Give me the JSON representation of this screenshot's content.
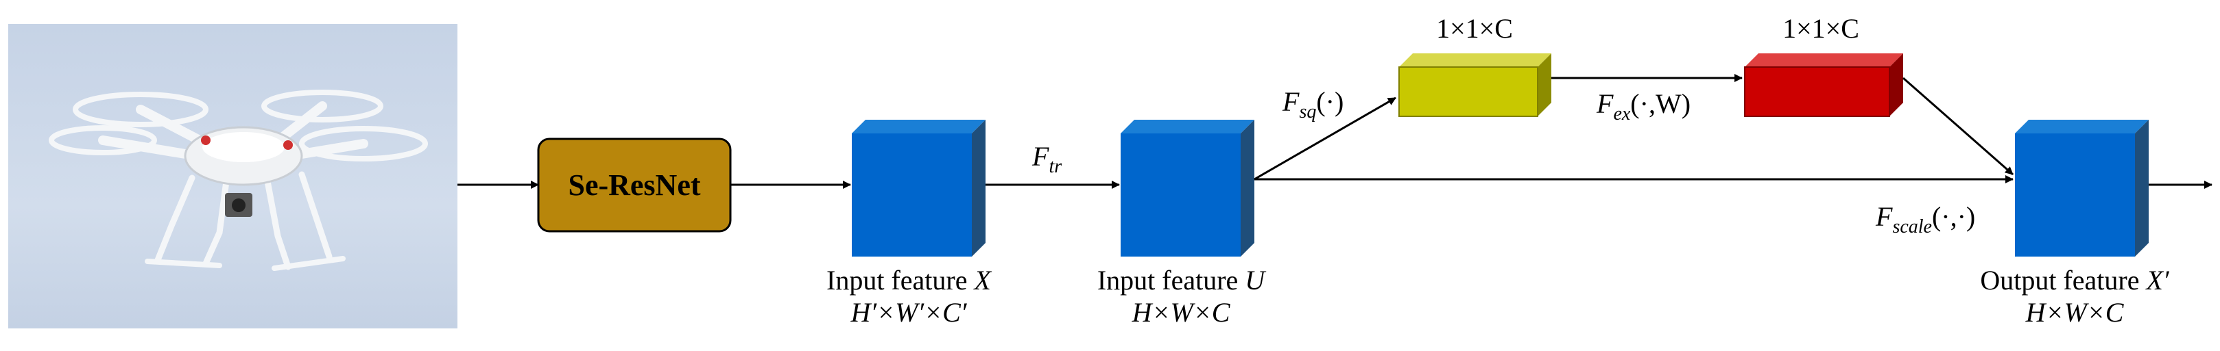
{
  "image": {
    "subject": "quadcopter-drone-photo",
    "sky_color": "#c6d3e6"
  },
  "se_resnet": {
    "label": "Se-ResNet",
    "fill": "#b8860b"
  },
  "input_feature_x": {
    "name_text": "Input feature ",
    "name_var": "X",
    "dims": "H′×W′×C′",
    "color": "#0066cc"
  },
  "f_tr": {
    "symbol": "F",
    "subscript": "tr"
  },
  "input_feature_u": {
    "name_text": "Input feature ",
    "name_var": "U",
    "dims": "H×W×C",
    "color": "#0066cc"
  },
  "f_sq": {
    "symbol": "F",
    "subscript": "sq",
    "args": "(·)"
  },
  "squeeze_vector": {
    "dims": "1×1×C",
    "color": "#c8c800"
  },
  "f_ex": {
    "symbol": "F",
    "subscript": "ex",
    "args": "(·,W)"
  },
  "excitation_vector": {
    "dims": "1×1×C",
    "color": "#cc0000"
  },
  "f_scale": {
    "symbol": "F",
    "subscript": "scale",
    "args": "(·,·)"
  },
  "output_feature": {
    "name_text": "Output feature ",
    "name_var": "X′",
    "dims": "H×W×C",
    "color": "#0066cc"
  }
}
